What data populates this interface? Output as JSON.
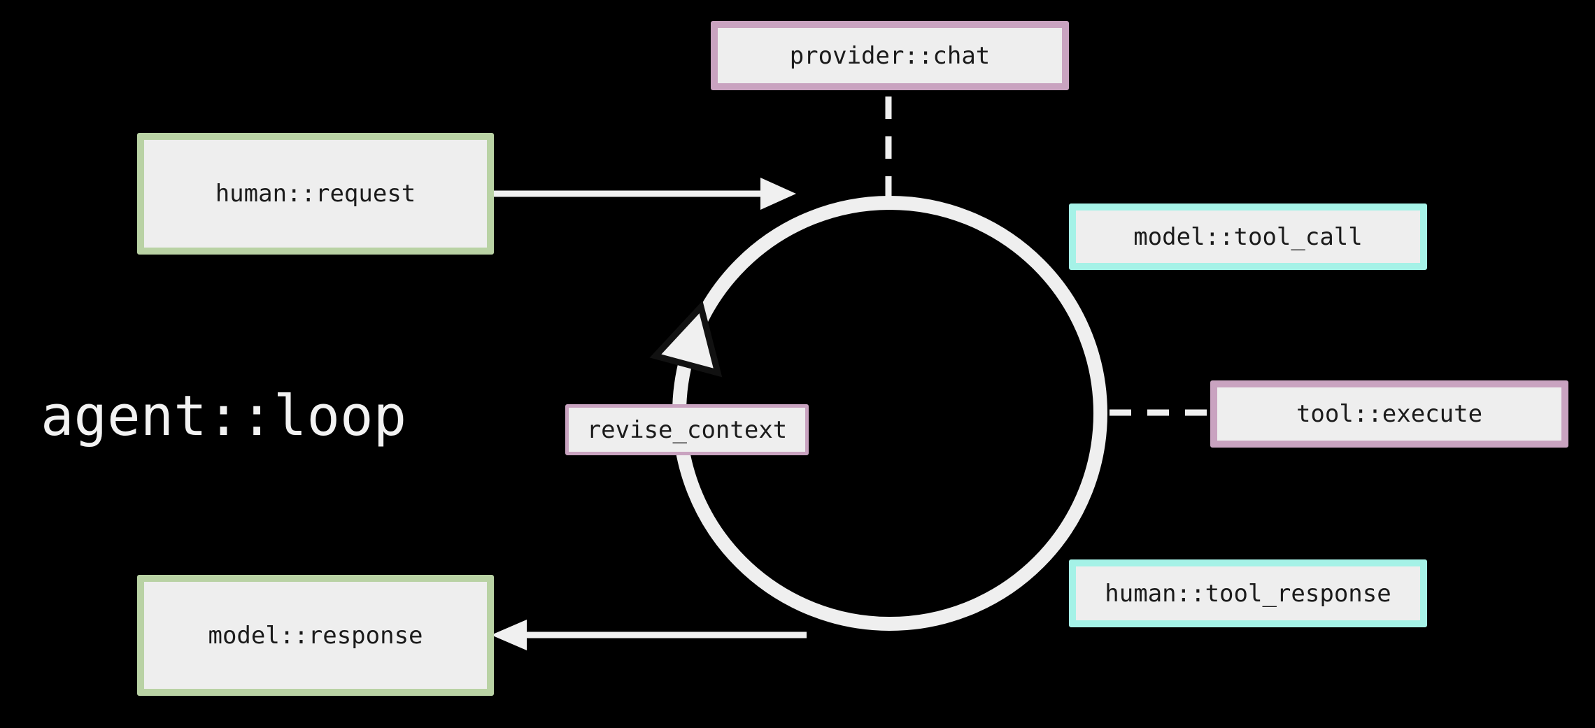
{
  "title": {
    "label": "agent::loop"
  },
  "boxes": {
    "provider_chat": {
      "label": "provider::chat",
      "border": "#c9a3c0"
    },
    "human_request": {
      "label": "human::request",
      "border": "#b9d2a4"
    },
    "model_tool_call": {
      "label": "model::tool_call",
      "border": "#a5f2e7"
    },
    "tool_execute": {
      "label": "tool::execute",
      "border": "#c9a3c0"
    },
    "human_tool_response": {
      "label": "human::tool_response",
      "border": "#a5f2e7"
    },
    "model_response": {
      "label": "model::response",
      "border": "#b9d2a4"
    },
    "revise_context": {
      "label": "revise_context",
      "border": "#c9a3c0"
    }
  },
  "colors": {
    "background": "#000000",
    "box_fill": "#eeeeee",
    "box_text": "#1b1b1b",
    "stroke": "#f0f0f0",
    "arrowhead_outline": "#111111",
    "title_text": "#f2f2f2",
    "green_border": "#b9d2a4",
    "pink_border": "#c9a3c0",
    "cyan_border": "#a5f2e7"
  },
  "edges": [
    {
      "from": "human_request",
      "to": "agent_loop_circle",
      "style": "solid-arrow"
    },
    {
      "from": "agent_loop_circle",
      "to": "model_response",
      "style": "solid-arrow"
    },
    {
      "from": "provider_chat",
      "to": "agent_loop_circle",
      "style": "dashed-line"
    },
    {
      "from": "agent_loop_circle",
      "to": "tool_execute",
      "style": "dashed-line"
    }
  ]
}
